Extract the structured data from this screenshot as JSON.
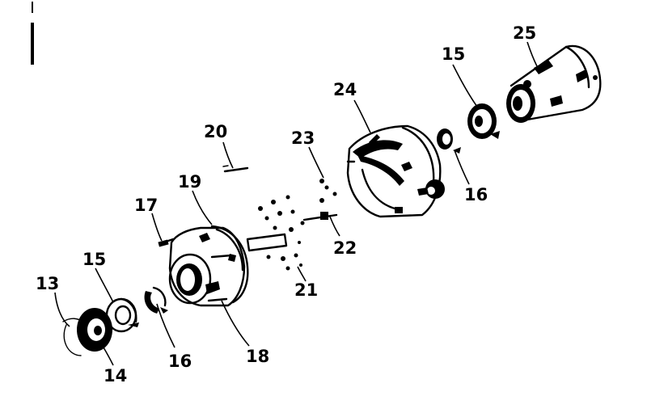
{
  "diagram": {
    "callouts": [
      {
        "id": "13",
        "text": "13"
      },
      {
        "id": "14",
        "text": "14"
      },
      {
        "id": "15a",
        "text": "15"
      },
      {
        "id": "16a",
        "text": "16"
      },
      {
        "id": "17",
        "text": "17"
      },
      {
        "id": "18",
        "text": "18"
      },
      {
        "id": "19",
        "text": "19"
      },
      {
        "id": "20",
        "text": "20"
      },
      {
        "id": "21",
        "text": "21"
      },
      {
        "id": "22",
        "text": "22"
      },
      {
        "id": "23",
        "text": "23"
      },
      {
        "id": "24",
        "text": "24"
      },
      {
        "id": "15b",
        "text": "15"
      },
      {
        "id": "16b",
        "text": "16"
      },
      {
        "id": "25",
        "text": "25"
      }
    ]
  }
}
